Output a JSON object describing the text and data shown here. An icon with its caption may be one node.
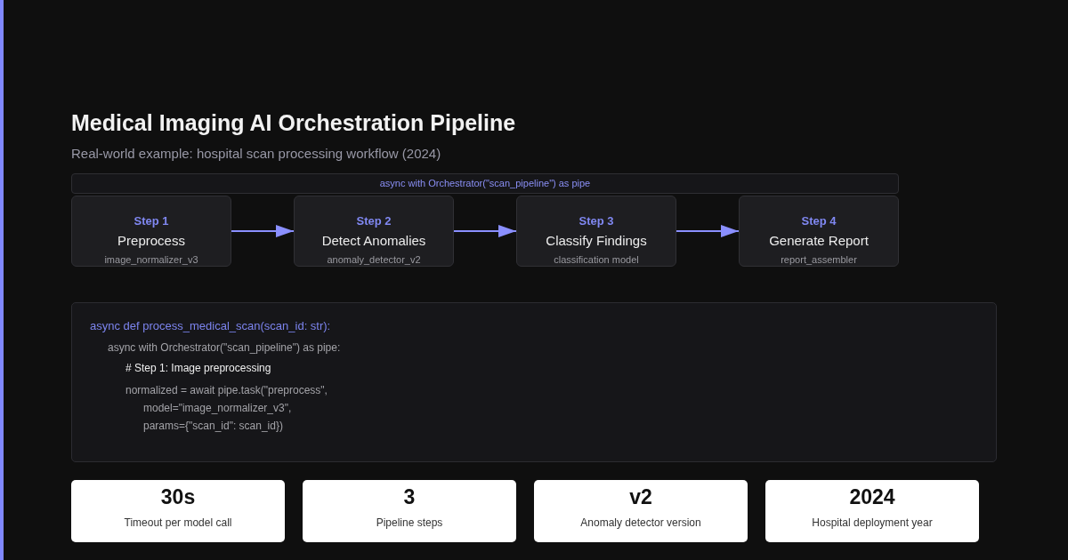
{
  "diagram": {
    "title": "Medical Imaging AI Orchestration Pipeline",
    "nodes": [
      {
        "text": [
          "async with Orchestrator(\"scan_pipeline\") as pipe"
        ]
      },
      {
        "text": [
          "Step 1",
          "Preprocess",
          "image_normalizer_v3"
        ]
      },
      {
        "text": [
          "Step 2",
          "Detect Anomalies",
          "anomaly_detector_v2"
        ]
      },
      {
        "text": [
          "Step 3",
          "Classify Findings",
          "classification model"
        ]
      },
      {
        "text": [
          "Step 4",
          "Generate Report",
          "report_assembler"
        ]
      },
      {
        "text": [
          "async def process_medical_scan(scan_id: str):",
          "async with Orchestrator(\"scan_pipeline\") as pipe:",
          "# Step 1: Image preprocessing",
          "normalized = await pipe.task(\"preprocess\",",
          "model=\"image_normalizer_v3\",",
          "params={\"scan_id\": scan_id})"
        ]
      },
      {
        "text": [
          "30s",
          "Timeout per model call"
        ]
      },
      {
        "text": [
          "3",
          "Pipeline steps"
        ]
      },
      {
        "text": [
          "v2",
          "Anomaly detector version"
        ]
      },
      {
        "text": [
          "2024",
          "Hospital deployment year"
        ]
      }
    ],
    "edges": [
      {
        "from": 1,
        "to": 2,
        "arrow": "to"
      },
      {
        "from": 2,
        "to": 3,
        "arrow": "to"
      },
      {
        "from": 3,
        "to": 4,
        "arrow": "to"
      }
    ],
    "labels": [
      "Real-world example: hospital scan processing workflow (2024)"
    ]
  }
}
